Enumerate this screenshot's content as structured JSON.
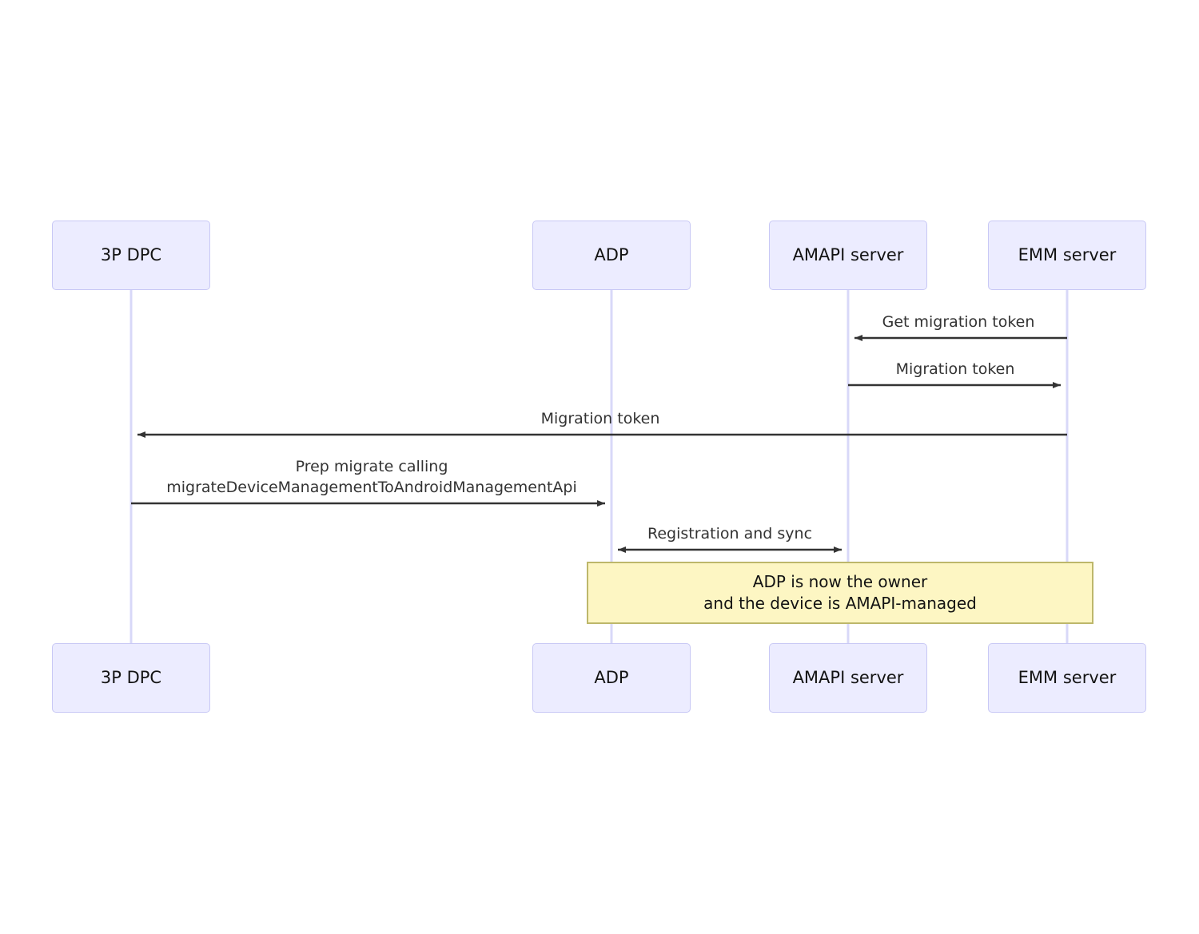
{
  "diagram": {
    "type": "sequence-diagram",
    "background_color": "#ffffff",
    "participant_fill": "#ECECFF",
    "participant_stroke": "#C8C8F5",
    "lifeline_color": "#D8D8F8",
    "arrow_color": "#333333",
    "note_fill": "#FDF6C3",
    "note_stroke": "#BDB76B",
    "participants": [
      {
        "id": "dpc",
        "label": "3P DPC"
      },
      {
        "id": "adp",
        "label": "ADP"
      },
      {
        "id": "amapi",
        "label": "AMAPI server"
      },
      {
        "id": "emm",
        "label": "EMM server"
      }
    ],
    "messages": [
      {
        "id": "m1",
        "label": "Get migration token",
        "from": "emm",
        "to": "amapi",
        "direction": "left"
      },
      {
        "id": "m2",
        "label": "Migration token",
        "from": "amapi",
        "to": "emm",
        "direction": "right"
      },
      {
        "id": "m3",
        "label": "Migration token",
        "from": "emm",
        "to": "dpc",
        "direction": "left"
      },
      {
        "id": "m4",
        "label": "Prep migrate calling\nmigrateDeviceManagementToAndroidManagementApi",
        "from": "dpc",
        "to": "adp",
        "direction": "right"
      },
      {
        "id": "m5",
        "label": "Registration and sync",
        "from": "adp",
        "to": "amapi",
        "direction": "both"
      }
    ],
    "notes": [
      {
        "id": "n1",
        "label": "ADP is now the owner\nand the device is AMAPI-managed"
      }
    ]
  }
}
